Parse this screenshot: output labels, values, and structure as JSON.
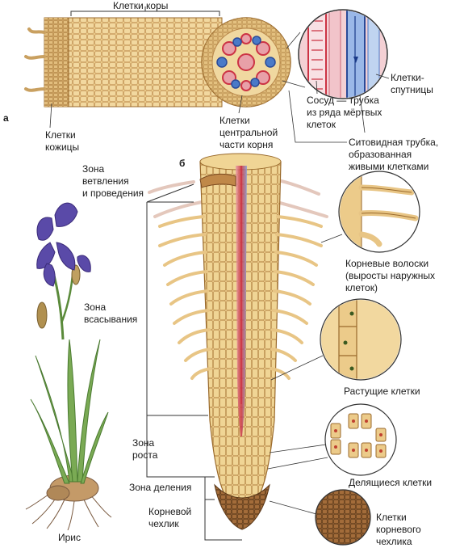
{
  "panel_a": {
    "letter": "а",
    "cortex_cells": "Клетки коры",
    "skin_cells": [
      "Клетки",
      "кожицы"
    ],
    "central_cells": [
      "Клетки",
      "центральной",
      "части корня"
    ],
    "vessel": [
      "Сосуд — трубка",
      "из ряда мёртвых",
      "клеток"
    ],
    "companion_cells": [
      "Клетки-",
      "спутницы"
    ],
    "sieve_tube": [
      "Ситовидная трубка,",
      "образованная",
      "живыми клетками"
    ]
  },
  "panel_b": {
    "letter": "б",
    "zone_branching": [
      "Зона",
      "ветвления",
      "и проведения"
    ],
    "zone_absorption": [
      "Зона",
      "всасывания"
    ],
    "zone_growth": [
      "Зона",
      "роста"
    ],
    "zone_division": "Зона деления",
    "root_cap": [
      "Корневой",
      "чехлик"
    ],
    "root_hairs": [
      "Корневые волоски",
      "(выросты наружных",
      "клеток)"
    ],
    "growing_cells": "Растущие клетки",
    "dividing_cells": "Делящиеся клетки",
    "cap_cells": [
      "Клетки",
      "корневого",
      "чехлика"
    ]
  },
  "plant": {
    "name": "Ирис"
  },
  "colors": {
    "root_tan": "#e8c585",
    "root_dark": "#b8864a",
    "cell_outline": "#9a6a2c",
    "vessel_red": "#cc3344",
    "vessel_blue": "#4a7ac8",
    "iris_purple": "#5a4aa8",
    "leaf_green": "#6a9a4a",
    "cap_brown": "#8a5a30"
  }
}
